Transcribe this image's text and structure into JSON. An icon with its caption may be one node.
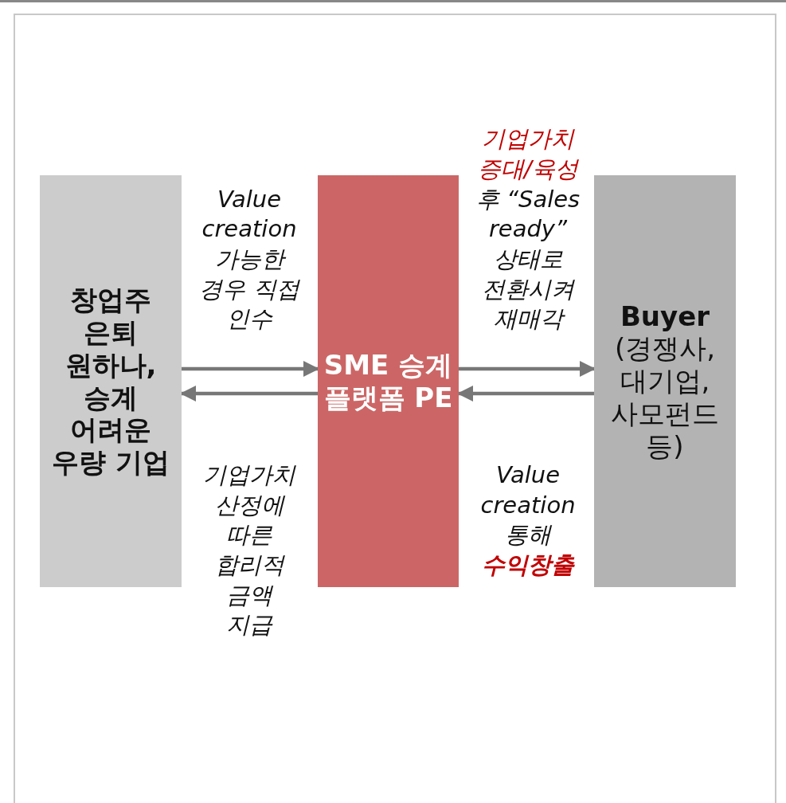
{
  "diagram": {
    "nodes": [
      {
        "text": [
          "창업주 은퇴 원하나, 승계 어려운 우량 기업"
        ]
      },
      {
        "text": [
          "SME 승계 플랫폼 PE"
        ]
      },
      {
        "text": [
          "Buyer",
          "(경쟁사, 대기업, 사모펀드 등)"
        ]
      }
    ],
    "edges": [
      {
        "from": 0,
        "to": 1,
        "arrow": "to",
        "label": "Value creation 가능한 경우 직접 인수"
      },
      {
        "from": 1,
        "to": 0,
        "arrow": "to",
        "label": "기업가치 산정에 따른 합리적 금액 지급"
      },
      {
        "from": 1,
        "to": 2,
        "arrow": "to",
        "label": "*기업가치 증대/육성* 후 “Sales ready” 상태로 전환시켜 재매각"
      },
      {
        "from": 2,
        "to": 1,
        "arrow": "to",
        "label": "Value creation 통해 **수익창출**"
      }
    ]
  }
}
